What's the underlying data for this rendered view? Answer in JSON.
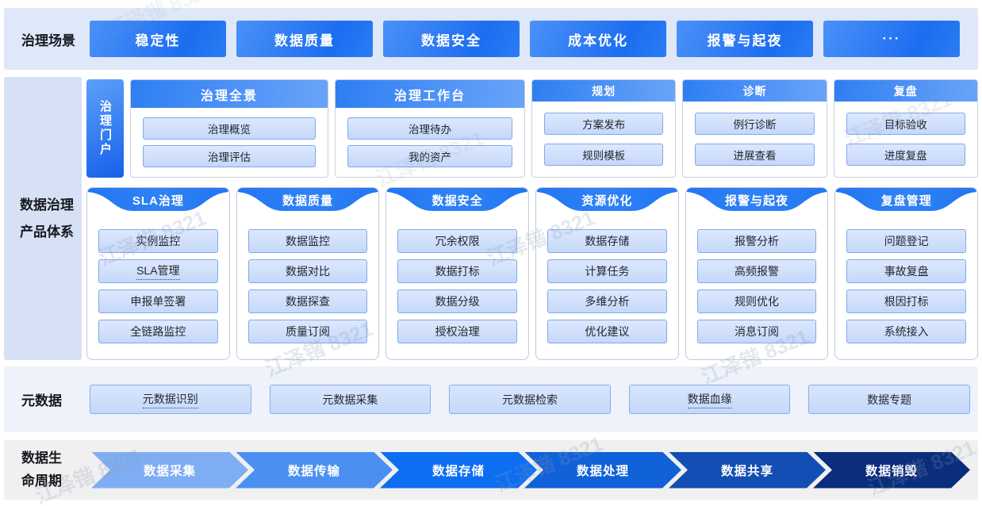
{
  "watermark": {
    "text": "江泽锴 8321"
  },
  "scenario_band": {
    "label": "治理场景",
    "items": [
      "稳定性",
      "数据质量",
      "数据安全",
      "成本优化",
      "报警与起夜",
      "···"
    ]
  },
  "product_band": {
    "label_line1": "数据治理",
    "label_line2": "产品体系",
    "portal_tab": "治理门户",
    "portal_cards": [
      {
        "title": "治理全景",
        "items": [
          "治理概览",
          "治理评估"
        ]
      },
      {
        "title": "治理工作台",
        "items": [
          "治理待办",
          "我的资产"
        ]
      },
      {
        "title": "规划",
        "items": [
          "方案发布",
          "规则模板"
        ]
      },
      {
        "title": "诊断",
        "items": [
          "例行诊断",
          "进展查看"
        ]
      },
      {
        "title": "复盘",
        "items": [
          "目标验收",
          "进度复盘"
        ]
      }
    ],
    "product_cards": [
      {
        "title": "SLA治理",
        "items": [
          "实例监控",
          "SLA管理",
          "申报单签署",
          "全链路监控"
        ]
      },
      {
        "title": "数据质量",
        "items": [
          "数据监控",
          "数据对比",
          "数据探查",
          "质量订阅"
        ]
      },
      {
        "title": "数据安全",
        "items": [
          "冗余权限",
          "数据打标",
          "数据分级",
          "授权治理"
        ]
      },
      {
        "title": "资源优化",
        "items": [
          "数据存储",
          "计算任务",
          "多维分析",
          "优化建议"
        ]
      },
      {
        "title": "报警与起夜",
        "items": [
          "报警分析",
          "高频报警",
          "规则优化",
          "消息订阅"
        ]
      },
      {
        "title": "复盘管理",
        "items": [
          "问题登记",
          "事故复盘",
          "根因打标",
          "系统接入"
        ]
      }
    ]
  },
  "metadata_band": {
    "label": "元数据",
    "items": [
      "元数据识别",
      "元数据采集",
      "元数据检索",
      "数据血缘",
      "数据专题"
    ]
  },
  "lifecycle_band": {
    "label_line1": "数据生",
    "label_line2": "命周期",
    "stages": [
      {
        "label": "数据采集",
        "color": "#7fadf3"
      },
      {
        "label": "数据传输",
        "color": "#4b90f1"
      },
      {
        "label": "数据存储",
        "color": "#0d6ef2"
      },
      {
        "label": "数据处理",
        "color": "#1161d8"
      },
      {
        "label": "数据共享",
        "color": "#124eb4"
      },
      {
        "label": "数据销毁",
        "color": "#0a2d7c"
      }
    ]
  },
  "colors": {
    "accent_blue": "#2277f3",
    "scenario_band_bg": "#dee8f9",
    "sidebar_bg": "#d7e1f6",
    "metadata_band_bg": "#edf2fb",
    "lifecycle_band_bg": "#f0f0f1",
    "chip_fill": "#cfdefb",
    "chip_border": "#7ea9ec"
  }
}
